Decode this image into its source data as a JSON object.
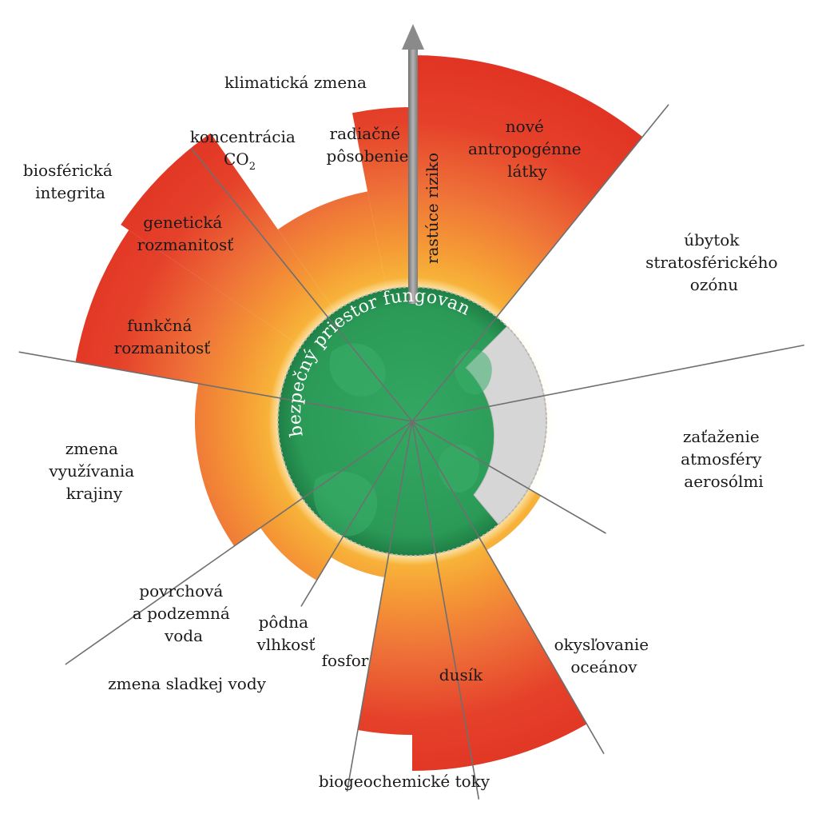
{
  "diagram": {
    "safe_space_label": "bezpečný priestor fungovania",
    "arrow_label": "rastúce riziko",
    "colors": {
      "safe": "#2e9e5b",
      "safe_dark": "#237a47",
      "yellow": "#f7b733",
      "orange": "#ef7a3a",
      "red": "#e03124",
      "gray": "#d4d4d4"
    },
    "boundaries": [
      {
        "id": "klimaticka",
        "label": "klimatická zmena"
      },
      {
        "id": "biosfera",
        "label_lines": [
          "biosférická",
          "integrita"
        ]
      },
      {
        "id": "krajina",
        "label_lines": [
          "zmena",
          "využívania",
          "krajiny"
        ]
      },
      {
        "id": "voda",
        "label": "zmena sladkej vody"
      },
      {
        "id": "toky",
        "label": "biogeochemické toky"
      },
      {
        "id": "oceany",
        "label_lines": [
          "okysľovanie",
          "oceánov"
        ]
      },
      {
        "id": "aerosoly",
        "label_lines": [
          "zaťaženie",
          "atmosféry",
          "aerosólmi"
        ]
      },
      {
        "id": "ozon",
        "label_lines": [
          "úbytok",
          "stratosférického",
          "ozónu"
        ]
      }
    ],
    "sub_labels": {
      "co2": {
        "lines": [
          "koncentrácia",
          "CO"
        ],
        "subscript": "2"
      },
      "radiacne": [
        "radiačné",
        "pôsobenie"
      ],
      "latky": [
        "nové",
        "antropogénne",
        "látky"
      ],
      "geneticka": [
        "genetická",
        "rozmanitosť"
      ],
      "funkcna": [
        "funkčná",
        "rozmanitosť"
      ],
      "povrchova": [
        "povrchová",
        "a podzemná",
        "voda"
      ],
      "podna": [
        "pôdna",
        "vlhkosť"
      ],
      "fosfor": "fosfor",
      "dusik": "dusík"
    }
  }
}
